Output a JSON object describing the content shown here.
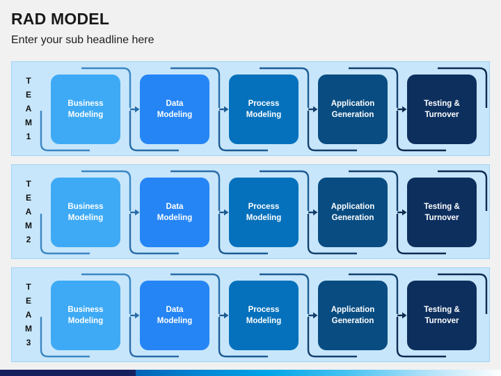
{
  "header": {
    "title": "RAD MODEL",
    "subtitle": "Enter your sub headline here"
  },
  "colors": {
    "slide_background": "#f1f1f1",
    "panel_background": "#c7e6fb",
    "panel_border": "#9ed3f5",
    "stage_1": "#3eaaf5",
    "stage_2": "#2585f5",
    "stage_3": "#0571bc",
    "stage_4": "#084c81",
    "stage_5": "#0d2f5e",
    "connector_1": "#3b86c4",
    "connector_2": "#2a6ca8",
    "connector_3": "#1d5b93",
    "connector_4": "#143f6d",
    "connector_5": "#0d2b50",
    "title_text": "#191919",
    "stage_text": "#ffffff",
    "footer_dark": "#16205e"
  },
  "stage_labels": [
    {
      "line1": "Business",
      "line2": "Modeling"
    },
    {
      "line1": "Data",
      "line2": "Modeling"
    },
    {
      "line1": "Process",
      "line2": "Modeling"
    },
    {
      "line1": "Application",
      "line2": "Generation"
    },
    {
      "line1": "Testing &",
      "line2": "Turnover"
    }
  ],
  "teams": [
    {
      "name": "TEAM 1",
      "letters": [
        "T",
        "E",
        "A",
        "M",
        "1"
      ],
      "stages": [
        {
          "label1": "Business",
          "label2": "Modeling",
          "color": "#3eaaf5",
          "line": "#3b86c4"
        },
        {
          "label1": "Data",
          "label2": "Modeling",
          "color": "#2585f5",
          "line": "#2a6ca8"
        },
        {
          "label1": "Process",
          "label2": "Modeling",
          "color": "#0571bc",
          "line": "#1d5b93"
        },
        {
          "label1": "Application",
          "label2": "Generation",
          "color": "#084c81",
          "line": "#143f6d"
        },
        {
          "label1": "Testing &",
          "label2": "Turnover",
          "color": "#0d2f5e",
          "line": "#0d2b50"
        }
      ]
    },
    {
      "name": "TEAM 2",
      "letters": [
        "T",
        "E",
        "A",
        "M",
        "2"
      ],
      "stages": [
        {
          "label1": "Business",
          "label2": "Modeling",
          "color": "#3eaaf5",
          "line": "#3b86c4"
        },
        {
          "label1": "Data",
          "label2": "Modeling",
          "color": "#2585f5",
          "line": "#2a6ca8"
        },
        {
          "label1": "Process",
          "label2": "Modeling",
          "color": "#0571bc",
          "line": "#1d5b93"
        },
        {
          "label1": "Application",
          "label2": "Generation",
          "color": "#084c81",
          "line": "#143f6d"
        },
        {
          "label1": "Testing &",
          "label2": "Turnover",
          "color": "#0d2f5e",
          "line": "#0d2b50"
        }
      ]
    },
    {
      "name": "TEAM 3",
      "letters": [
        "T",
        "E",
        "A",
        "M",
        "3"
      ],
      "stages": [
        {
          "label1": "Business",
          "label2": "Modeling",
          "color": "#3eaaf5",
          "line": "#3b86c4"
        },
        {
          "label1": "Data",
          "label2": "Modeling",
          "color": "#2585f5",
          "line": "#2a6ca8"
        },
        {
          "label1": "Process",
          "label2": "Modeling",
          "color": "#0571bc",
          "line": "#1d5b93"
        },
        {
          "label1": "Application",
          "label2": "Generation",
          "color": "#084c81",
          "line": "#143f6d"
        },
        {
          "label1": "Testing &",
          "label2": "Turnover",
          "color": "#0d2f5e",
          "line": "#0d2b50"
        }
      ]
    }
  ]
}
